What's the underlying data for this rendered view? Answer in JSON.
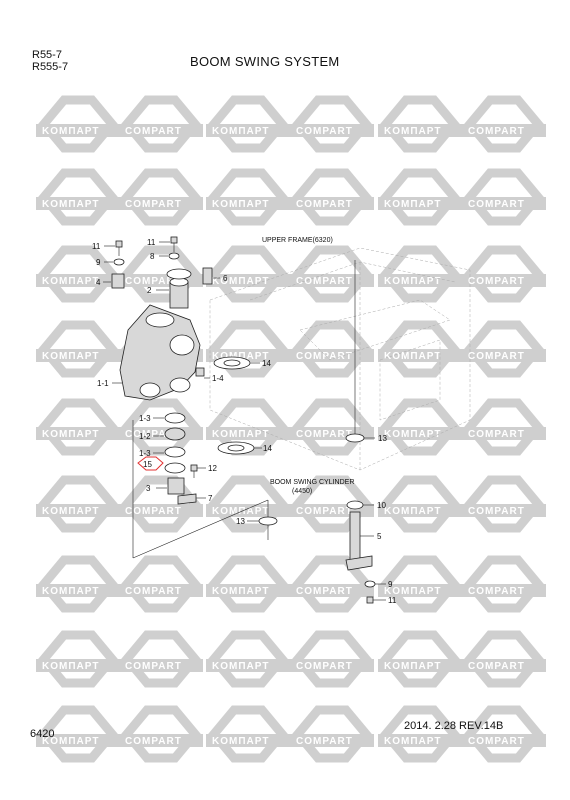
{
  "header": {
    "model_line1": "R55-7",
    "model_line2": "R555-7",
    "title": "BOOM SWING SYSTEM"
  },
  "footer": {
    "page_code": "6420",
    "revision": "2014. 2.28  REV.14B"
  },
  "watermark": {
    "text_cyrillic": "KOMПAPT",
    "text_latin": "COMPART"
  },
  "callouts": {
    "upper_frame": "UPPER FRAME(6320)",
    "boom_swing_cylinder": "BOOM SWING CYLINDER",
    "boom_swing_cylinder_ref": "(4450)"
  },
  "part_numbers": {
    "p11a": "11",
    "p11b": "11",
    "p9a": "9",
    "p8": "8",
    "p4": "4",
    "p6": "6",
    "p2": "2",
    "p14a": "14",
    "p1_1": "1-1",
    "p1_4": "1-4",
    "p1_3a": "1-3",
    "p1_2": "1-2",
    "p1_3b": "1-3",
    "p14b": "14",
    "p13a": "13",
    "p15": "15",
    "p12": "12",
    "p3": "3",
    "p7": "7",
    "p10": "10",
    "p13b": "13",
    "p5": "5",
    "p9b": "9",
    "p11c": "11"
  },
  "colors": {
    "watermark_fill": "#cfcfcf",
    "highlight": "#e23030",
    "line": "#222222"
  }
}
